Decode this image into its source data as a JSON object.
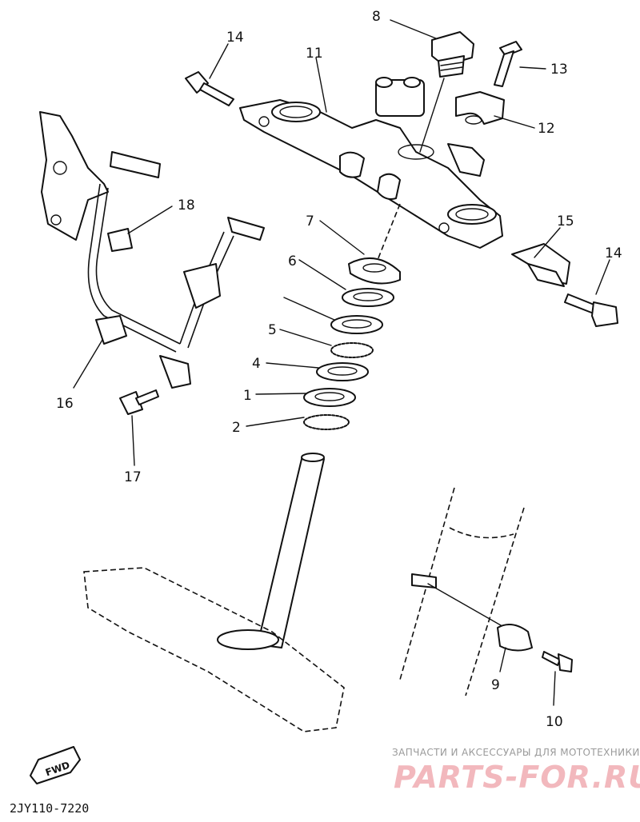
{
  "callouts": {
    "c1": "1",
    "c2": "2",
    "c4": "4",
    "c5": "5",
    "c6": "6",
    "c7": "7",
    "c8": "8",
    "c9": "9",
    "c10": "10",
    "c11": "11",
    "c12": "12",
    "c13": "13",
    "c14a": "14",
    "c14b": "14",
    "c15": "15",
    "c16": "16",
    "c17": "17",
    "c18": "18"
  },
  "direction_badge": "FWD",
  "diagram_code": "2JY110-7220",
  "watermark": {
    "tagline": "ЗАПЧАСТИ И АКСЕССУАРЫ ДЛЯ МОТОТЕХНИКИ",
    "brand": "PARTS-FOR.RU"
  }
}
